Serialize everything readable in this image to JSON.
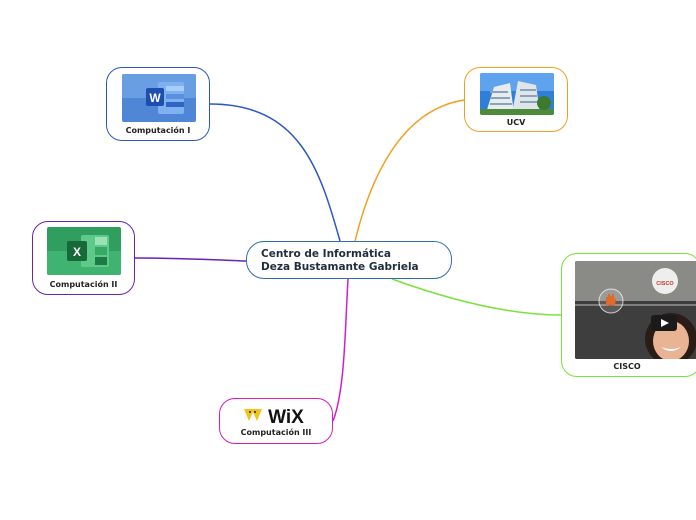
{
  "center": {
    "line1": "Centro de Informática",
    "line2": "Deza Bustamante Gabriela"
  },
  "nodes": {
    "comp1": {
      "label": "Computación I",
      "color": "#2b59c3",
      "icon": "word-icon",
      "icon_letter": "W"
    },
    "comp2": {
      "label": "Computación II",
      "color": "#6a21b8",
      "icon": "excel-icon",
      "icon_letter": "X"
    },
    "comp3": {
      "label": "Computación III",
      "color": "#d21fc4",
      "icon": "wix-logo",
      "logo_text": "WiX"
    },
    "ucv": {
      "label": "UCV",
      "color": "#f0a020",
      "icon": "campus-photo"
    },
    "cisco": {
      "label": "CISCO",
      "color": "#7be23a",
      "icon": "video-thumbnail",
      "logo_text": "CISCO"
    }
  }
}
